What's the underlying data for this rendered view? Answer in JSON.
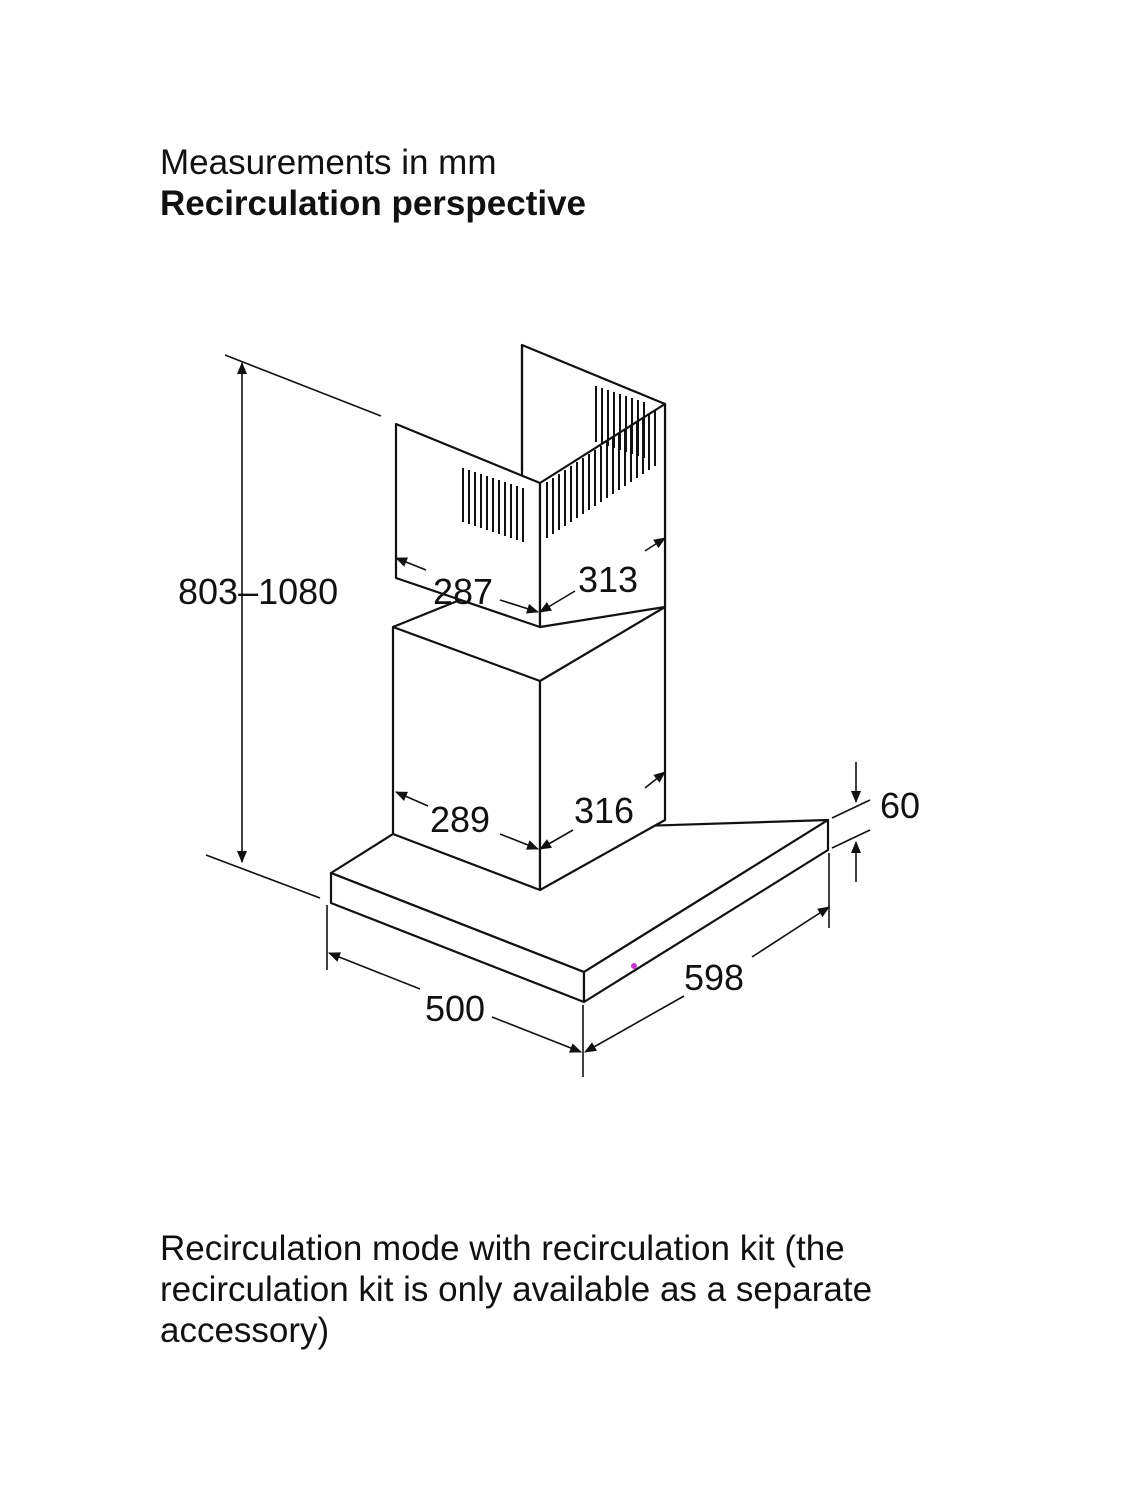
{
  "header": {
    "units_line": "Measurements in mm",
    "view_title": "Recirculation perspective"
  },
  "dimensions": {
    "height_range": "803–1080",
    "upper_chimney_width": "287",
    "upper_chimney_depth": "313",
    "lower_chimney_width": "289",
    "lower_chimney_depth": "316",
    "canopy_thickness": "60",
    "canopy_depth": "500",
    "canopy_width": "598"
  },
  "caption": {
    "text": "Recirculation mode with recirculation kit (the recirculation kit is only available as a separate accessory)"
  },
  "colors": {
    "line": "#111111",
    "background": "#ffffff",
    "indicator_dot": "#cc33cc"
  }
}
